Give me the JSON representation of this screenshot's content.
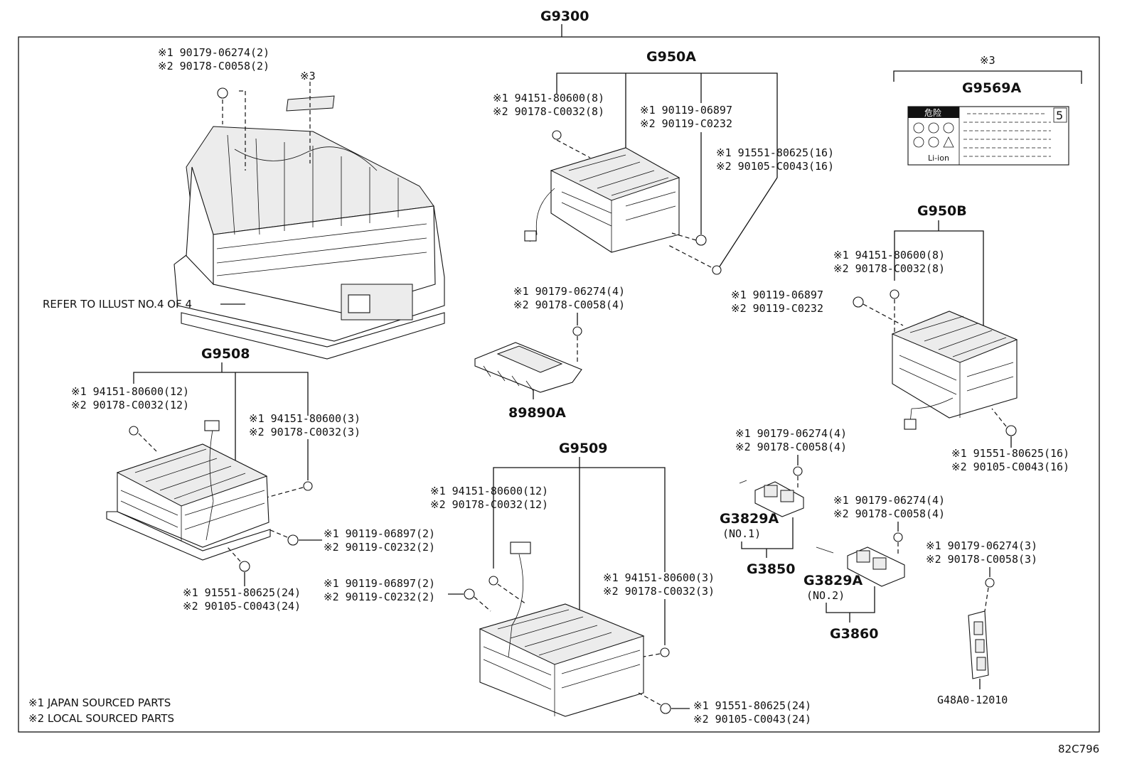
{
  "title": "G9300",
  "refer_note": "REFER TO ILLUST NO.4 OF 4",
  "top_fastener": {
    "l1": "※1 90179-06274(2)",
    "l2": "※2 90178-C0058(2)"
  },
  "mark3_label": "※3",
  "g950a": {
    "name": "G950A",
    "nut": {
      "l1": "※1 94151-80600(8)",
      "l2": "※2 90178-C0032(8)"
    },
    "bolt": {
      "l1": "※1 90119-06897",
      "l2": "※2 90119-C0232"
    },
    "screw": {
      "l1": "※1 91551-80625(16)",
      "l2": "※2 90105-C0043(16)"
    }
  },
  "g9569a": {
    "mark": "※3",
    "name": "G9569A",
    "warning": "危险",
    "li_ion": "Li-ion",
    "badge": "5"
  },
  "g950b": {
    "name": "G950B",
    "nut": {
      "l1": "※1 94151-80600(8)",
      "l2": "※2 90178-C0032(8)"
    },
    "bolt": {
      "l1": "※1 90119-06897",
      "l2": "※2 90119-C0232"
    },
    "screw": {
      "l1": "※1 91551-80625(16)",
      "l2": "※2 90105-C0043(16)"
    }
  },
  "p89890a": {
    "name": "89890A",
    "nut": {
      "l1": "※1 90179-06274(4)",
      "l2": "※2 90178-C0058(4)"
    }
  },
  "g9508": {
    "name": "G9508",
    "nut12": {
      "l1": "※1 94151-80600(12)",
      "l2": "※2 90178-C0032(12)"
    },
    "nut3": {
      "l1": "※1 94151-80600(3)",
      "l2": "※2 90178-C0032(3)"
    },
    "bolt": {
      "l1": "※1 90119-06897(2)",
      "l2": "※2 90119-C0232(2)"
    },
    "screw": {
      "l1": "※1 91551-80625(24)",
      "l2": "※2 90105-C0043(24)"
    }
  },
  "g9509": {
    "name": "G9509",
    "nut12": {
      "l1": "※1 94151-80600(12)",
      "l2": "※2 90178-C0032(12)"
    },
    "bolt": {
      "l1": "※1 90119-06897(2)",
      "l2": "※2 90119-C0232(2)"
    },
    "nut3": {
      "l1": "※1 94151-80600(3)",
      "l2": "※2 90178-C0032(3)"
    },
    "screw": {
      "l1": "※1 91551-80625(24)",
      "l2": "※2 90105-C0043(24)"
    }
  },
  "g3850": {
    "name": "G3850",
    "sub": "G3829A",
    "no": "(NO.1)",
    "nut": {
      "l1": "※1 90179-06274(4)",
      "l2": "※2 90178-C0058(4)"
    }
  },
  "g3860": {
    "name": "G3860",
    "sub": "G3829A",
    "no": "(NO.2)",
    "nut": {
      "l1": "※1 90179-06274(4)",
      "l2": "※2 90178-C0058(4)"
    }
  },
  "g48a0": {
    "name": "G48A0-12010",
    "nut": {
      "l1": "※1 90179-06274(3)",
      "l2": "※2 90178-C0058(3)"
    }
  },
  "legend": {
    "l1": "※1 JAPAN SOURCED PARTS",
    "l2": "※2 LOCAL SOURCED PARTS"
  },
  "code": "82C796"
}
